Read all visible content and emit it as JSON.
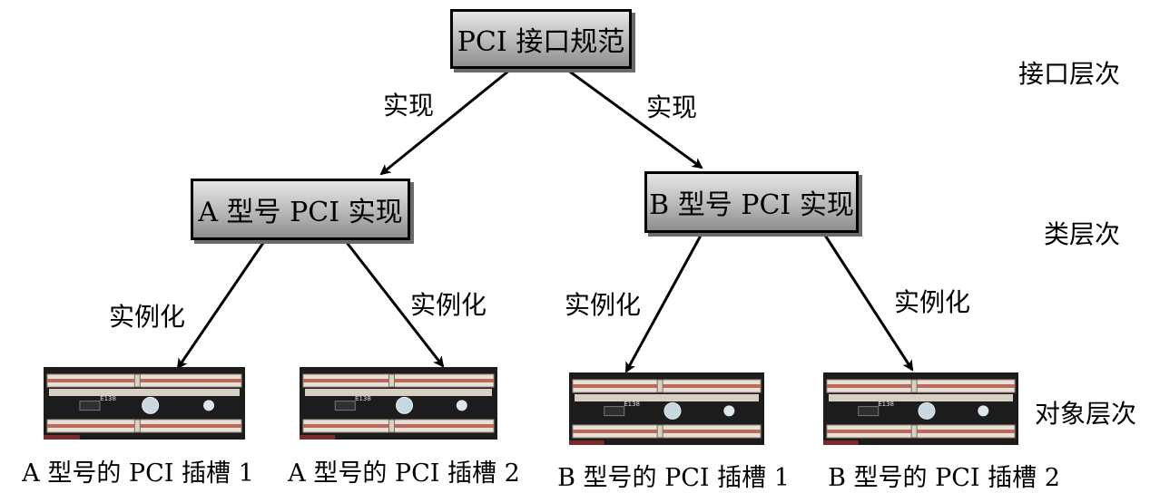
{
  "top_box": {
    "label": "PCI 接口规范"
  },
  "class_boxes": [
    {
      "label": "A 型号 PCI 实现"
    },
    {
      "label": "B 型号 PCI 实现"
    }
  ],
  "edge_labels": {
    "implement": "实现",
    "instantiate": "实例化"
  },
  "layers": {
    "interface": "接口层次",
    "class": "类层次",
    "object": "对象层次"
  },
  "slots": [
    {
      "label": "A 型号的 PCI 插槽 1",
      "chip_text": "E138"
    },
    {
      "label": "A 型号的 PCI 插槽 2",
      "chip_text": "E138"
    },
    {
      "label": "B 型号的 PCI 插槽 1",
      "chip_text": "E138"
    },
    {
      "label": "B 型号的 PCI 插槽 2",
      "chip_text": "E138"
    }
  ]
}
